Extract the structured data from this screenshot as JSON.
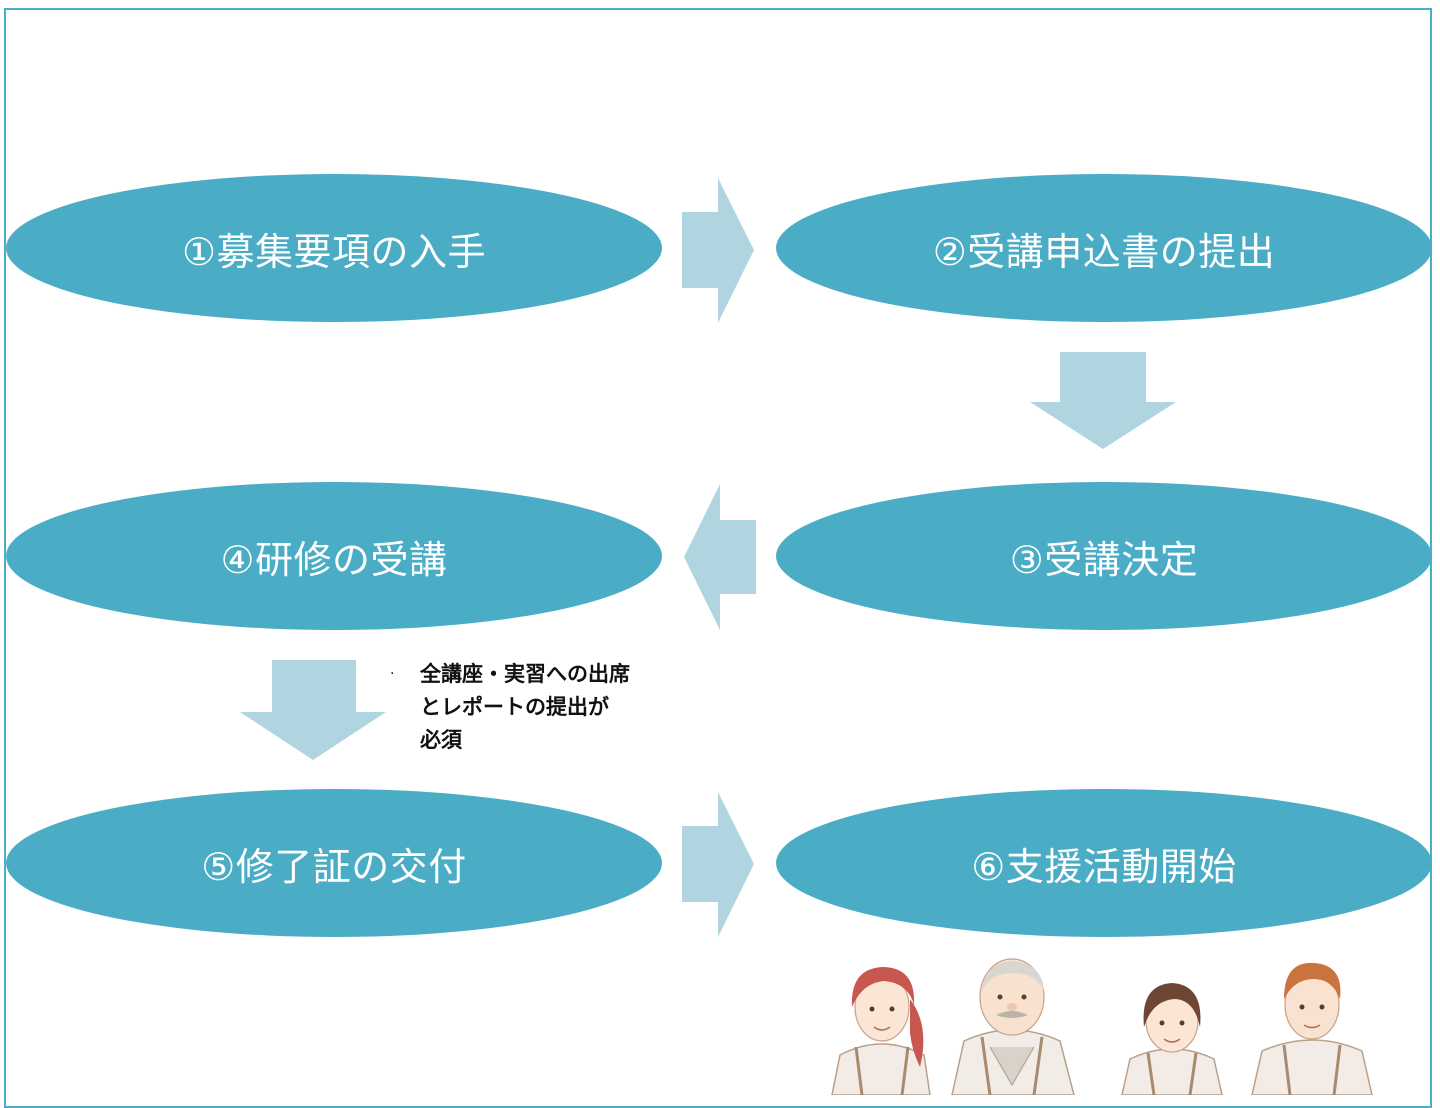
{
  "steps": [
    {
      "id": "step1",
      "label": "①募集要項の入手"
    },
    {
      "id": "step2",
      "label": "②受講申込書の提出"
    },
    {
      "id": "step3",
      "label": "③受講決定"
    },
    {
      "id": "step4",
      "label": "④研修の受講"
    },
    {
      "id": "step5",
      "label": "⑤修了証の交付"
    },
    {
      "id": "step6",
      "label": "⑥支援活動開始"
    }
  ],
  "note": {
    "bullet": "·",
    "lines": [
      "全講座・実習への出席",
      "とレポートの提出が",
      "必須"
    ]
  },
  "colors": {
    "step_fill": "#4bacc6",
    "arrow_fill": "#b1d5e0",
    "frame_border": "#4aaec5"
  }
}
